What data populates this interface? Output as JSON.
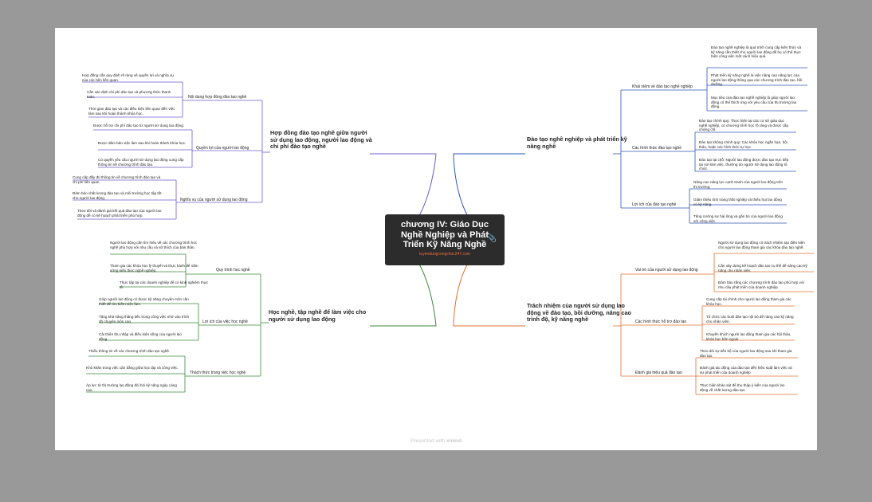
{
  "center": {
    "title": "chương IV: Giáo Dục Nghề Nghiệp và Phát Triển Kỹ Năng Nghề",
    "subtitle": "tuyendungcongchuc247.com"
  },
  "footer": {
    "prefix": "Presented with",
    "brand": "xmind"
  },
  "colors": {
    "purple": "#6b5ccf",
    "green": "#3a8a3a",
    "blue": "#2b55b8",
    "orange": "#e07030",
    "center": "#2c2c2c"
  },
  "branches": {
    "tl": {
      "title": "Hợp đồng đào tạo nghề giữa người sử dụng lao động, người lao động và chi phí đào tạo nghề",
      "subs": [
        {
          "title": "Nội dung hợp đồng đào tạo nghề",
          "leaves": [
            "Hợp đồng cần quy định rõ ràng về quyền lợi và nghĩa vụ của các bên liên quan.",
            "Cần xác định chi phí đào tạo và phương thức thanh toán.",
            "Thời gian đào tạo và các điều kiện liên quan đến việc làm sau khi hoàn thành khóa học."
          ]
        },
        {
          "title": "Quyền lợi của người lao động",
          "leaves": [
            "Được hỗ trợ chi phí đào tạo từ người sử dụng lao động.",
            "Được đảm bảo việc làm sau khi hoàn thành khóa học.",
            "Có quyền yêu cầu người sử dụng lao động cung cấp thông tin về chương trình đào tạo."
          ]
        },
        {
          "title": "Nghĩa vụ của người sử dụng lao động",
          "leaves": [
            "Cung cấp đầy đủ thông tin về chương trình đào tạo và chi phí liên quan.",
            "Đảm bảo chất lượng đào tạo và môi trường học tập tốt cho người lao động.",
            "Theo dõi và đánh giá kết quả đào tạo của người lao động để có kế hoạch phát triển phù hợp."
          ]
        }
      ]
    },
    "bl": {
      "title": "Học nghề, tập nghề để làm việc cho người sử dụng lao động",
      "subs": [
        {
          "title": "Quy trình học nghề",
          "leaves": [
            "Người lao động cần tìm hiểu về các chương trình học nghề phù hợp với nhu cầu và sở thích của bản thân.",
            "Tham gia các khóa học lý thuyết và thực hành để nắm vững kiến thức nghề nghiệp.",
            "Thực tập tại các doanh nghiệp để có kinh nghiệm thực tế."
          ]
        },
        {
          "title": "Lợi ích của việc học nghề",
          "leaves": [
            "Giúp người lao động có được kỹ năng chuyên môn cần thiết để tìm kiếm việc làm.",
            "Tăng khả năng thăng tiến trong công việc nhờ vào trình độ chuyên môn cao.",
            "Cải thiện thu nhập và điều kiện sống của người lao động."
          ]
        },
        {
          "title": "Thách thức trong việc học nghề",
          "leaves": [
            "Thiếu thông tin về các chương trình đào tạo nghề.",
            "Khó khăn trong việc cân bằng giữa học tập và công việc.",
            "Áp lực từ thị trường lao động đòi hỏi kỹ năng ngày càng cao."
          ]
        }
      ]
    },
    "tr": {
      "title": "Đào tạo nghề nghiệp và phát triển kỹ năng nghề",
      "subs": [
        {
          "title": "Khái niệm về đào tạo nghề nghiệp",
          "leaves": [
            "Đào tạo nghề nghiệp là quá trình cung cấp kiến thức và kỹ năng cần thiết cho người lao động để họ có thể thực hiện công việc một cách hiệu quả.",
            "Phát triển kỹ năng nghề là việc nâng cao năng lực của người lao động thông qua các chương trình đào tạo, bồi dưỡng.",
            "Mục tiêu của đào tạo nghề nghiệp là giúp người lao động có thể thích ứng với yêu cầu của thị trường lao động."
          ]
        },
        {
          "title": "Các hình thức đào tạo nghề",
          "leaves": [
            "Đào tạo chính quy: Thực hiện tại các cơ sở giáo dục nghề nghiệp, có chương trình học rõ ràng và được cấp chứng chỉ.",
            "Đào tạo không chính quy: Các khóa học ngắn hạn, hội thảo, hoặc các hình thức tự học.",
            "Đào tạo tại chỗ: Người lao động được đào tạo trực tiếp tại nơi làm việc, thường do người sử dụng lao động tổ chức."
          ]
        },
        {
          "title": "Lợi ích của đào tạo nghề",
          "leaves": [
            "Nâng cao năng lực cạnh tranh của người lao động trên thị trường.",
            "Giảm thiểu tình trạng thất nghiệp và thiếu hụt lao động có kỹ năng.",
            "Tăng cường sự hài lòng và gắn bó của người lao động với công việc."
          ]
        }
      ]
    },
    "br": {
      "title": "Trách nhiệm của người sử dụng lao động về đào tạo, bồi dưỡng, nâng cao trình độ, kỹ năng nghề",
      "subs": [
        {
          "title": "Vai trò của người sử dụng lao động",
          "leaves": [
            "Người sử dụng lao động có trách nhiệm tạo điều kiện cho người lao động tham gia các khóa đào tạo nghề.",
            "Cần xây dựng kế hoạch đào tạo cụ thể để nâng cao kỹ năng cho nhân viên.",
            "Đảm bảo rằng các chương trình đào tạo phù hợp với nhu cầu phát triển của doanh nghiệp."
          ]
        },
        {
          "title": "Các hình thức hỗ trợ đào tạo",
          "leaves": [
            "Cung cấp tài chính cho người lao động tham gia các khóa học.",
            "Tổ chức các buổi đào tạo nội bộ để nâng cao kỹ năng cho nhân viên.",
            "Khuyến khích người lao động tham gia các hội thảo, khóa học bên ngoài."
          ]
        },
        {
          "title": "Đánh giá hiệu quả đào tạo",
          "leaves": [
            "Theo dõi sự tiến bộ của người lao động sau khi tham gia đào tạo.",
            "Đánh giá tác động của đào tạo đến hiệu suất làm việc và sự phát triển của doanh nghiệp.",
            "Thực hiện khảo sát để thu thập ý kiến của người lao động về chất lượng đào tạo."
          ]
        }
      ]
    }
  }
}
